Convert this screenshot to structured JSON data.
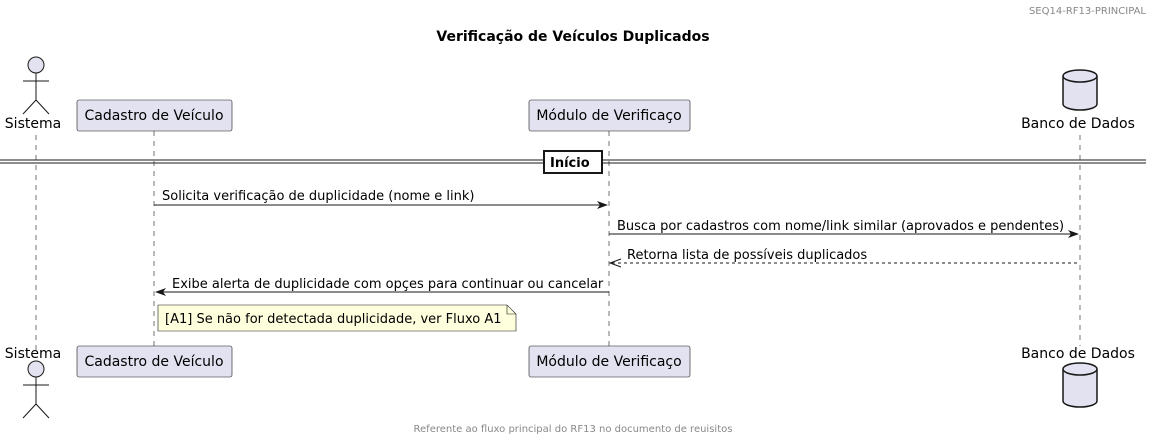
{
  "header_id": "SEQ14-RF13-PRINCIPAL",
  "title": "Verificação de Veículos Duplicados",
  "footer": "Referente ao fluxo principal do RF13 no documento de reuisitos",
  "participants": {
    "sistema": "Sistema",
    "cadastro": "Cadastro de Veículo",
    "modulo": "Módulo de Verificaço",
    "banco": "Banco de Dados"
  },
  "divider": "Início",
  "messages": [
    {
      "from": "cadastro",
      "to": "modulo",
      "style": "solid",
      "text": "Solicita verificação de duplicidade (nome e link)"
    },
    {
      "from": "modulo",
      "to": "banco",
      "style": "solid",
      "text": "Busca por cadastros com nome/link similar (aprovados e pendentes)"
    },
    {
      "from": "banco",
      "to": "modulo",
      "style": "dashed",
      "text": "Retorna lista de possíveis duplicados"
    },
    {
      "from": "modulo",
      "to": "cadastro",
      "style": "solid",
      "text": "Exibe alerta de duplicidade com opçes para continuar ou cancelar"
    }
  ],
  "note": "[A1] Se não for detectada duplicidade, ver Fluxo A1"
}
